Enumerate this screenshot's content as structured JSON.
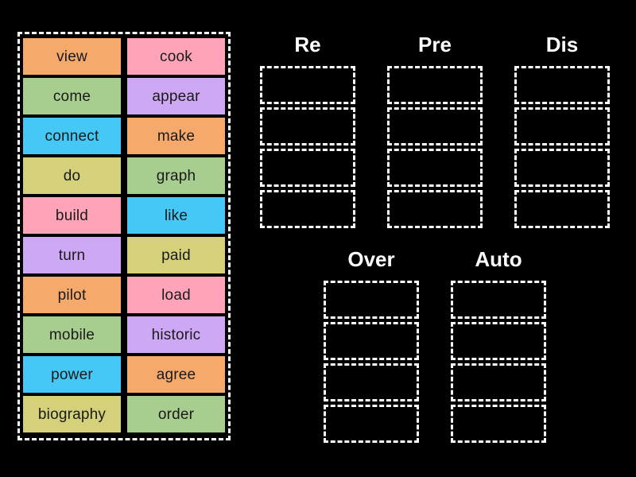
{
  "background_color": "#000000",
  "word_bank": {
    "label": "word-bank",
    "border_color": "#ffffff",
    "tiles": [
      {
        "text": "view",
        "color": "#F5A96A"
      },
      {
        "text": "cook",
        "color": "#FFA3B8"
      },
      {
        "text": "come",
        "color": "#A8CE8F"
      },
      {
        "text": "appear",
        "color": "#CFA8F5"
      },
      {
        "text": "connect",
        "color": "#45C8F5"
      },
      {
        "text": "make",
        "color": "#F5A96A"
      },
      {
        "text": "do",
        "color": "#D4D17A"
      },
      {
        "text": "graph",
        "color": "#A8CE8F"
      },
      {
        "text": "build",
        "color": "#FFA3B8"
      },
      {
        "text": "like",
        "color": "#45C8F5"
      },
      {
        "text": "turn",
        "color": "#CFA8F5"
      },
      {
        "text": "paid",
        "color": "#D4D17A"
      },
      {
        "text": "pilot",
        "color": "#F5A96A"
      },
      {
        "text": "load",
        "color": "#FFA3B8"
      },
      {
        "text": "mobile",
        "color": "#A8CE8F"
      },
      {
        "text": "historic",
        "color": "#CFA8F5"
      },
      {
        "text": "power",
        "color": "#45C8F5"
      },
      {
        "text": "agree",
        "color": "#F5A96A"
      },
      {
        "text": "biography",
        "color": "#D4D17A"
      },
      {
        "text": "order",
        "color": "#A8CE8F"
      }
    ]
  },
  "categories": [
    {
      "id": "re",
      "title": "Re",
      "slots": 4
    },
    {
      "id": "pre",
      "title": "Pre",
      "slots": 4
    },
    {
      "id": "dis",
      "title": "Dis",
      "slots": 4
    },
    {
      "id": "over",
      "title": "Over",
      "slots": 4
    },
    {
      "id": "auto",
      "title": "Auto",
      "slots": 4
    }
  ]
}
